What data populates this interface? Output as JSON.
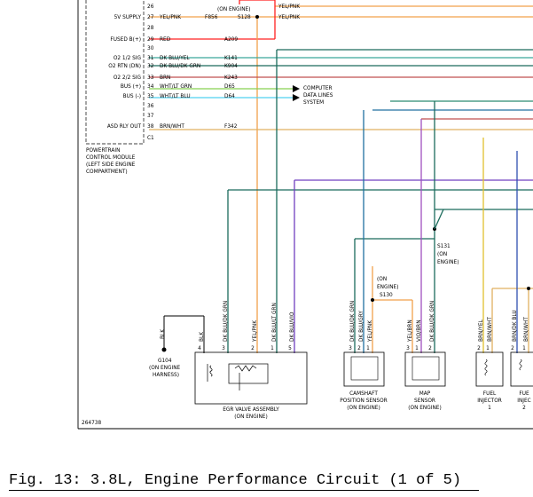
{
  "pcm": {
    "pins": [
      {
        "num": "26",
        "circuit": "",
        "wire": "",
        "note": "(ON ENGINE)"
      },
      {
        "num": "27",
        "circuit": "5V SUPPLY",
        "wire": "YEL/PNK",
        "code": "F856",
        "splice": "S128"
      },
      {
        "num": "28",
        "circuit": "",
        "wire": ""
      },
      {
        "num": "29",
        "circuit": "FUSED B(+)",
        "wire": "RED",
        "code": "A209"
      },
      {
        "num": "30",
        "circuit": "",
        "wire": ""
      },
      {
        "num": "31",
        "circuit": "O2 1/2 SIG",
        "wire": "DK BLU/YEL",
        "code": "K141"
      },
      {
        "num": "32",
        "circuit": "O2 RTN (DN)",
        "wire": "DK BLU/DK GRN",
        "code": "K904"
      },
      {
        "num": "33",
        "circuit": "O2 2/2 SIG",
        "wire": "BRN",
        "code": "K243"
      },
      {
        "num": "34",
        "circuit": "BUS (+)",
        "wire": "WHT/LT GRN",
        "code": "D65"
      },
      {
        "num": "35",
        "circuit": "BUS (-)",
        "wire": "WHT/LT BLU",
        "code": "D64"
      },
      {
        "num": "36",
        "circuit": "",
        "wire": ""
      },
      {
        "num": "37",
        "circuit": "",
        "wire": ""
      },
      {
        "num": "38",
        "circuit": "ASD RLY OUT",
        "wire": "BRN/WHT",
        "code": "F342"
      },
      {
        "num": "C1",
        "circuit": "",
        "wire": ""
      }
    ],
    "module_label": [
      "POWERTRAIN",
      "CONTROL MODULE",
      "(LEFT SIDE ENGINE",
      "COMPARTMENT)"
    ],
    "top_wires": [
      "YEL/PNK",
      "YEL/PNK"
    ],
    "data_lines": [
      "COMPUTER",
      "DATA LINES",
      "SYSTEM"
    ]
  },
  "splice_s131": [
    "S131",
    "(ON",
    "ENGINE)"
  ],
  "splice_s130": [
    "(ON",
    "ENGINE)",
    "S130"
  ],
  "ground": {
    "wire": "BLK",
    "name": "G104",
    "loc": [
      "(ON ENGINE",
      "HARNESS)"
    ]
  },
  "egr": {
    "pins": [
      {
        "num": "4",
        "wire": "BLK"
      },
      {
        "num": "3",
        "wire": "DK BLU/DK GRN"
      },
      {
        "num": "2",
        "wire": "YEL/PNK"
      },
      {
        "num": "1",
        "wire": "DK BLU/LT GRN"
      },
      {
        "num": "5",
        "wire": "DK BLU/VIO"
      }
    ],
    "label": [
      "EGR VALVE ASSEMBLY",
      "(ON ENGINE)"
    ]
  },
  "cmp": {
    "pins": [
      {
        "num": "3",
        "wire": "DK BLU/DK GRN"
      },
      {
        "num": "2",
        "wire": "DK BLU/GRY"
      },
      {
        "num": "1",
        "wire": "YEL/PNK"
      }
    ],
    "label": [
      "CAMSHAFT",
      "POSITION SENSOR",
      "(ON ENGINE)"
    ]
  },
  "map": {
    "pins": [
      {
        "num": "3",
        "wire": "YEL/BRN"
      },
      {
        "num": "1",
        "wire": "VIO/BRN"
      },
      {
        "num": "2",
        "wire": "DK BLU/DK GRN"
      }
    ],
    "label": [
      "MAP",
      "SENSOR",
      "(ON ENGINE)"
    ]
  },
  "inj1": {
    "pins": [
      {
        "num": "2",
        "wire": "BRN/YEL"
      },
      {
        "num": "1",
        "wire": "BRN/WHT"
      }
    ],
    "label": [
      "FUEL",
      "INJECTOR",
      "1"
    ]
  },
  "inj2": {
    "pins": [
      {
        "num": "2",
        "wire": "BRN/DK BLU"
      },
      {
        "num": "1",
        "wire": "BRN/WHT"
      }
    ],
    "label": [
      "FUE",
      "INJEC",
      "2"
    ]
  },
  "figure_id": "264738",
  "caption": "Fig. 13: 3.8L, Engine Performance Circuit (1 of 5)"
}
